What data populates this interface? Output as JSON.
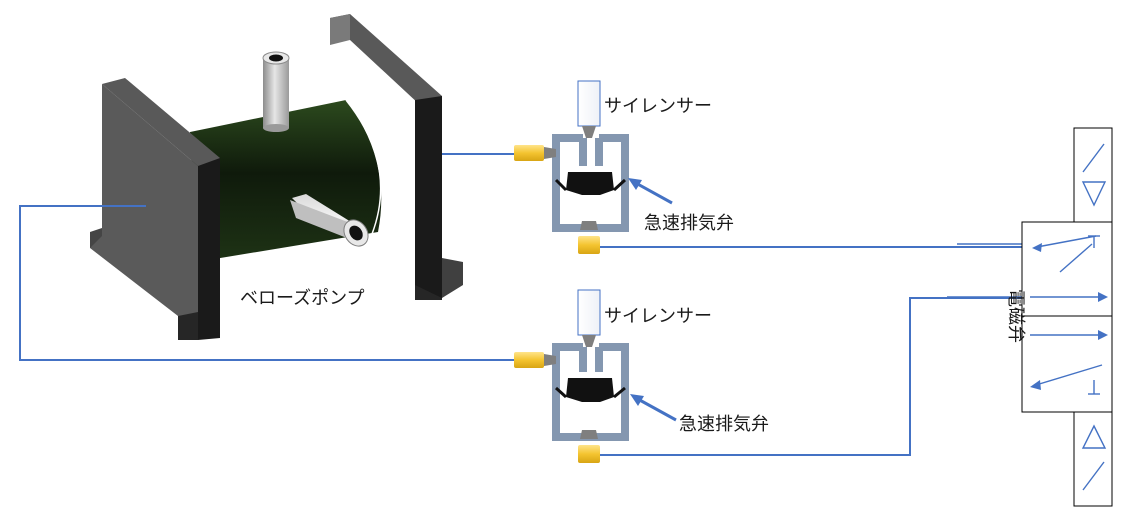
{
  "labels": {
    "pump": "ベローズポンプ",
    "silencer_top": "サイレンサー",
    "valve_top": "急速排気弁",
    "silencer_bottom": "サイレンサー",
    "valve_bottom": "急速排気弁",
    "solenoid": "電磁弁"
  },
  "colors": {
    "pipe": "#4472c4",
    "frame": "#595959",
    "frame_dark": "#262626",
    "body": "#1f3a14",
    "valve_body": "#8497b0",
    "fitting": "#f4c430",
    "outline": "#000000"
  }
}
